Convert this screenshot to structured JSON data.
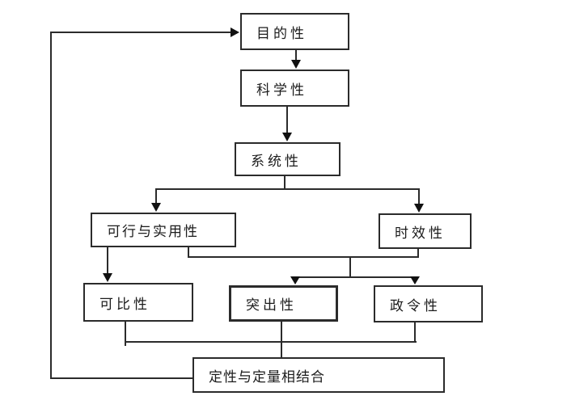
{
  "diagram": {
    "background_color": "#ffffff",
    "line_color": "#2b2b2b",
    "box_border_color": "#2b2b2b",
    "text_color": "#1c1c1c",
    "nodes": {
      "purpose": {
        "label": "目的性"
      },
      "scientific": {
        "label": "科学性"
      },
      "systematic": {
        "label": "系统性"
      },
      "feasible": {
        "label": "可行与实用性"
      },
      "timeliness": {
        "label": "时效性"
      },
      "comparable": {
        "label": "可比性"
      },
      "prominent": {
        "label": "突出性"
      },
      "decree": {
        "label": "政令性"
      },
      "combined": {
        "label": "定性与定量相结合"
      }
    },
    "edges": [
      {
        "from": "purpose",
        "to": "scientific"
      },
      {
        "from": "scientific",
        "to": "systematic"
      },
      {
        "from": "systematic",
        "to": "feasible"
      },
      {
        "from": "systematic",
        "to": "timeliness"
      },
      {
        "from": "feasible",
        "to": "comparable"
      },
      {
        "from": "feasible",
        "to": "prominent"
      },
      {
        "from": "feasible",
        "to": "decree"
      },
      {
        "from": "timeliness",
        "to": "prominent"
      },
      {
        "from": "timeliness",
        "to": "decree"
      },
      {
        "from": "comparable",
        "to": "combined"
      },
      {
        "from": "prominent",
        "to": "combined"
      },
      {
        "from": "decree",
        "to": "combined"
      },
      {
        "from": "combined",
        "to": "purpose"
      }
    ]
  }
}
